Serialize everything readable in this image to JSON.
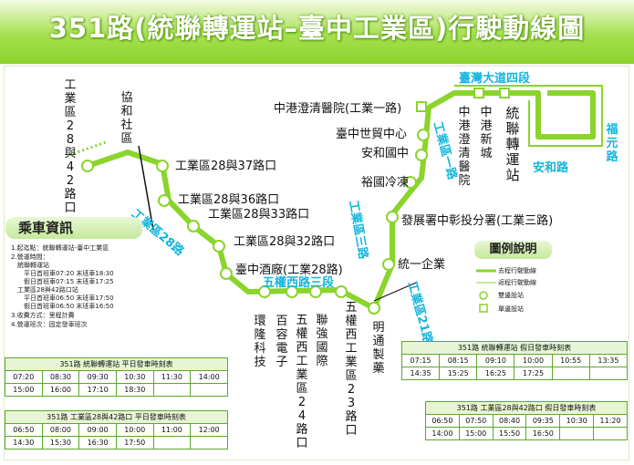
{
  "title": "351路(統聯轉運站–臺中工業區)行駛動線圖",
  "colors": {
    "route": "#8ad42c",
    "return": "#12b5dc",
    "header": "#a6e04f",
    "text": "#111111"
  },
  "stops": {
    "s28_42": "工業區28與42路口",
    "xiehe": "協和社區",
    "s28_37": "工業區28與37路口",
    "s28_36": "工業區28與36路口",
    "s28_33": "工業區28與33路口",
    "s28_32": "工業區28與32路口",
    "taichung_winery": "臺中酒廠(工業28路)",
    "huanlong": "環隆科技",
    "bairong": "百容電子",
    "wuquan24": "五權西工業區24路口",
    "liandian": "聯強國際",
    "wuquan23": "五權西工業區23路口",
    "mingtong": "明通製藥",
    "tongyi": "統一企業",
    "fazhan": "發展署中彰投分署(工業三路)",
    "yuguo": "裕國冷凍",
    "anhe_jr": "安和國中",
    "trade_center": "臺中世貿中心",
    "hospital": "中港澄清醫院(工業一路)",
    "zg_hospital_v": "中港澄清醫院",
    "zg_newcity": "中港新城",
    "uni_station": "統聯轉運站"
  },
  "roads": {
    "ind28": "工業區28路",
    "wuquan3": "五權西路三段",
    "ind1": "工業區一路",
    "ind3": "工業區三路",
    "ind21": "工業區21路",
    "taiwan4": "臺灣大道四段",
    "anhe": "安和路",
    "fuyuan": "福元路"
  },
  "info": {
    "heading": "乘車資訊",
    "lines": [
      "1.起迄點：統聯轉運站-臺中工業區",
      "2.營運時間：",
      "　統聯轉運站",
      "　　平日首班車07:20  末班車18:30",
      "　　假日首班車07:15  末班車17:25",
      "　工業區28與42路口站",
      "　　平日首班車06:50  末班車17:50",
      "　　假日首班車06:50  末班車16:50",
      "3.收費方式：里程計費",
      "4.營運班次：固定發車班次"
    ]
  },
  "legend": {
    "heading": "圖例說明",
    "go": "去程行駛動線",
    "back": "返程行駛動線",
    "both": "雙邊設站",
    "single": "單邊設站"
  },
  "schedules": {
    "weekday_uni": {
      "caption": "351路  統聯轉運站  平日發車時刻表",
      "rows": [
        [
          "07:20",
          "08:30",
          "09:30",
          "10:30",
          "11:30",
          "14:00"
        ],
        [
          "15:00",
          "16:00",
          "17:10",
          "18:30",
          "",
          ""
        ]
      ]
    },
    "holiday_uni": {
      "caption": "351路  統聯轉運站  假日發車時刻表",
      "rows": [
        [
          "07:15",
          "08:15",
          "09:10",
          "10:00",
          "10:55",
          "13:35"
        ],
        [
          "14:35",
          "15:25",
          "16:25",
          "17:25",
          "",
          ""
        ]
      ]
    },
    "weekday_ind": {
      "caption": "351路  工業區28與42路口  平日發車時刻表",
      "rows": [
        [
          "06:50",
          "08:00",
          "09:00",
          "10:00",
          "11:00",
          "12:00"
        ],
        [
          "14:30",
          "15:30",
          "16:30",
          "17:50",
          "",
          ""
        ]
      ]
    },
    "holiday_ind": {
      "caption": "351路  工業區28與42路口  假日發車時刻表",
      "rows": [
        [
          "06:50",
          "07:50",
          "08:40",
          "09:35",
          "10:30",
          "11:20"
        ],
        [
          "14:00",
          "15:00",
          "15:50",
          "16:50",
          "",
          ""
        ]
      ]
    }
  }
}
